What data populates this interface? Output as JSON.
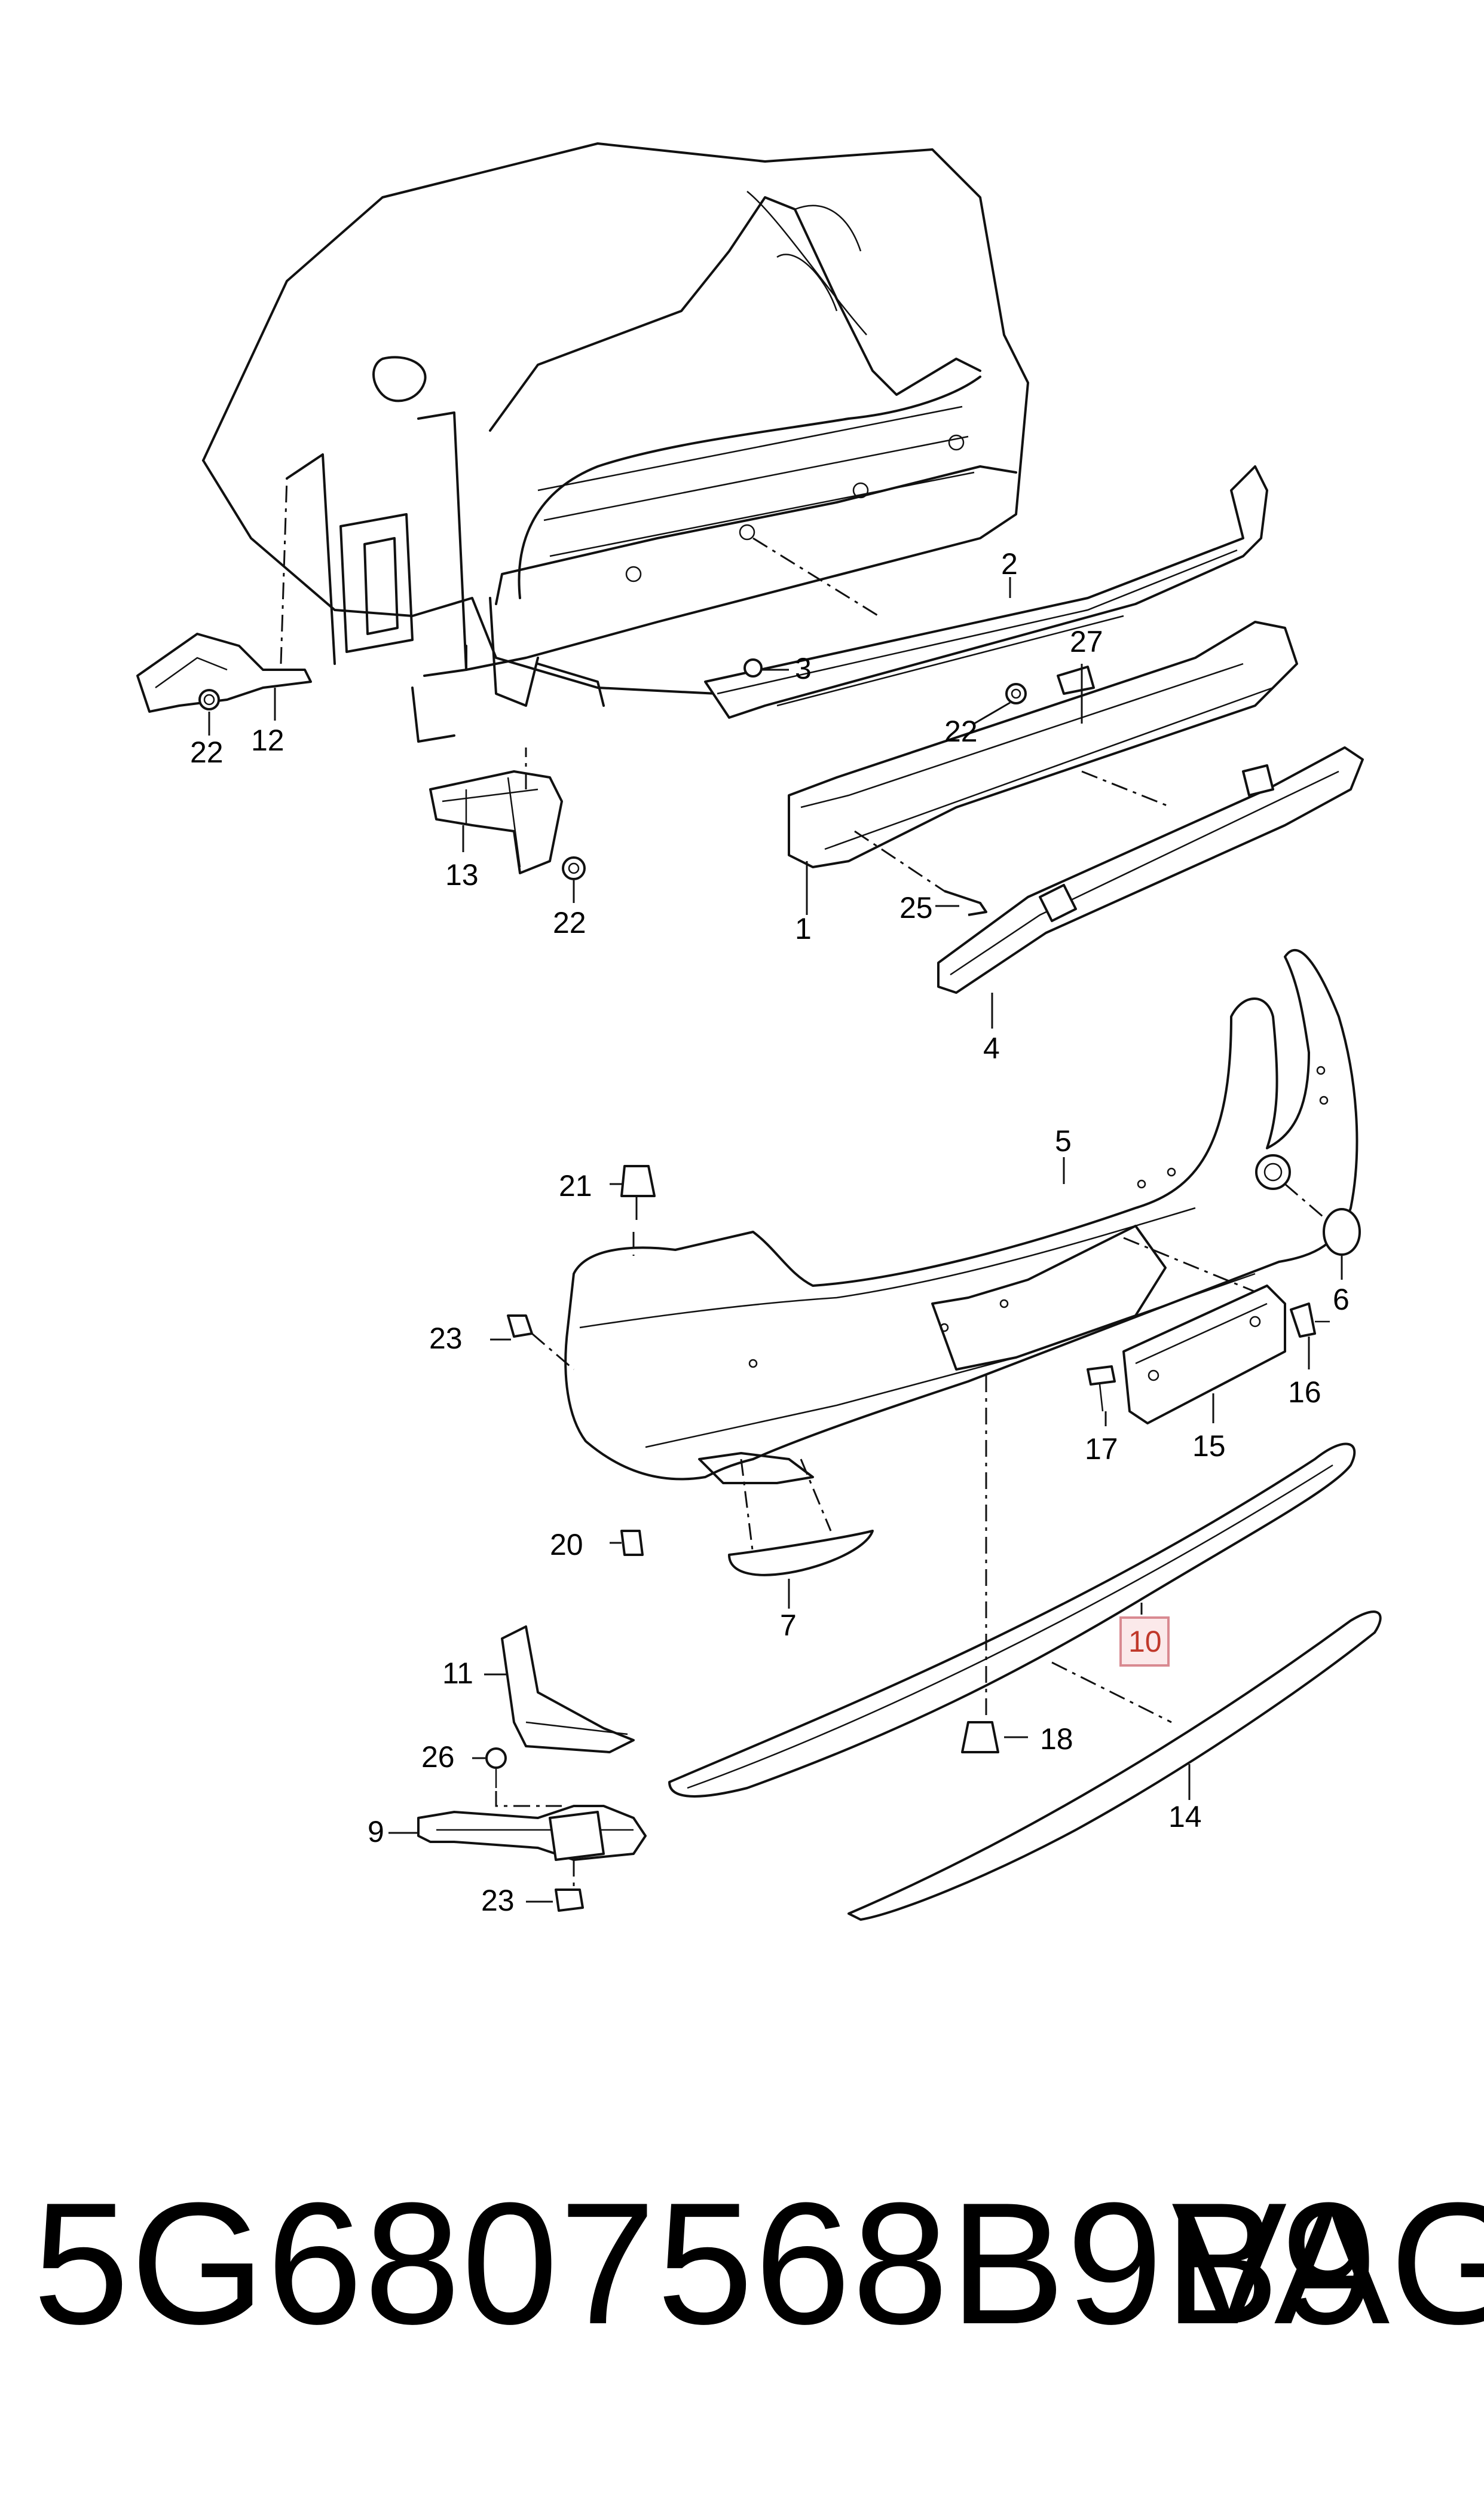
{
  "diagram": {
    "callouts": [
      {
        "id": "c1",
        "label": "1"
      },
      {
        "id": "c2",
        "label": "2"
      },
      {
        "id": "c3",
        "label": "3"
      },
      {
        "id": "c4",
        "label": "4"
      },
      {
        "id": "c5",
        "label": "5"
      },
      {
        "id": "c6",
        "label": "6"
      },
      {
        "id": "c7",
        "label": "7"
      },
      {
        "id": "c9",
        "label": "9"
      },
      {
        "id": "c10",
        "label": "10",
        "highlighted": true
      },
      {
        "id": "c11",
        "label": "11"
      },
      {
        "id": "c12",
        "label": "12"
      },
      {
        "id": "c13",
        "label": "13"
      },
      {
        "id": "c14",
        "label": "14"
      },
      {
        "id": "c15",
        "label": "15"
      },
      {
        "id": "c16",
        "label": "16"
      },
      {
        "id": "c17",
        "label": "17"
      },
      {
        "id": "c18",
        "label": "18"
      },
      {
        "id": "c20",
        "label": "20"
      },
      {
        "id": "c21",
        "label": "21"
      },
      {
        "id": "c22a",
        "label": "22"
      },
      {
        "id": "c22b",
        "label": "22"
      },
      {
        "id": "c22c",
        "label": "22"
      },
      {
        "id": "c23a",
        "label": "23"
      },
      {
        "id": "c23b",
        "label": "23"
      },
      {
        "id": "c25",
        "label": "25"
      },
      {
        "id": "c26",
        "label": "26"
      },
      {
        "id": "c27",
        "label": "27"
      }
    ],
    "highlight_color": "#d98a91"
  },
  "footer": {
    "part_number": "5G6807568B9B9",
    "brand": "VAG"
  }
}
